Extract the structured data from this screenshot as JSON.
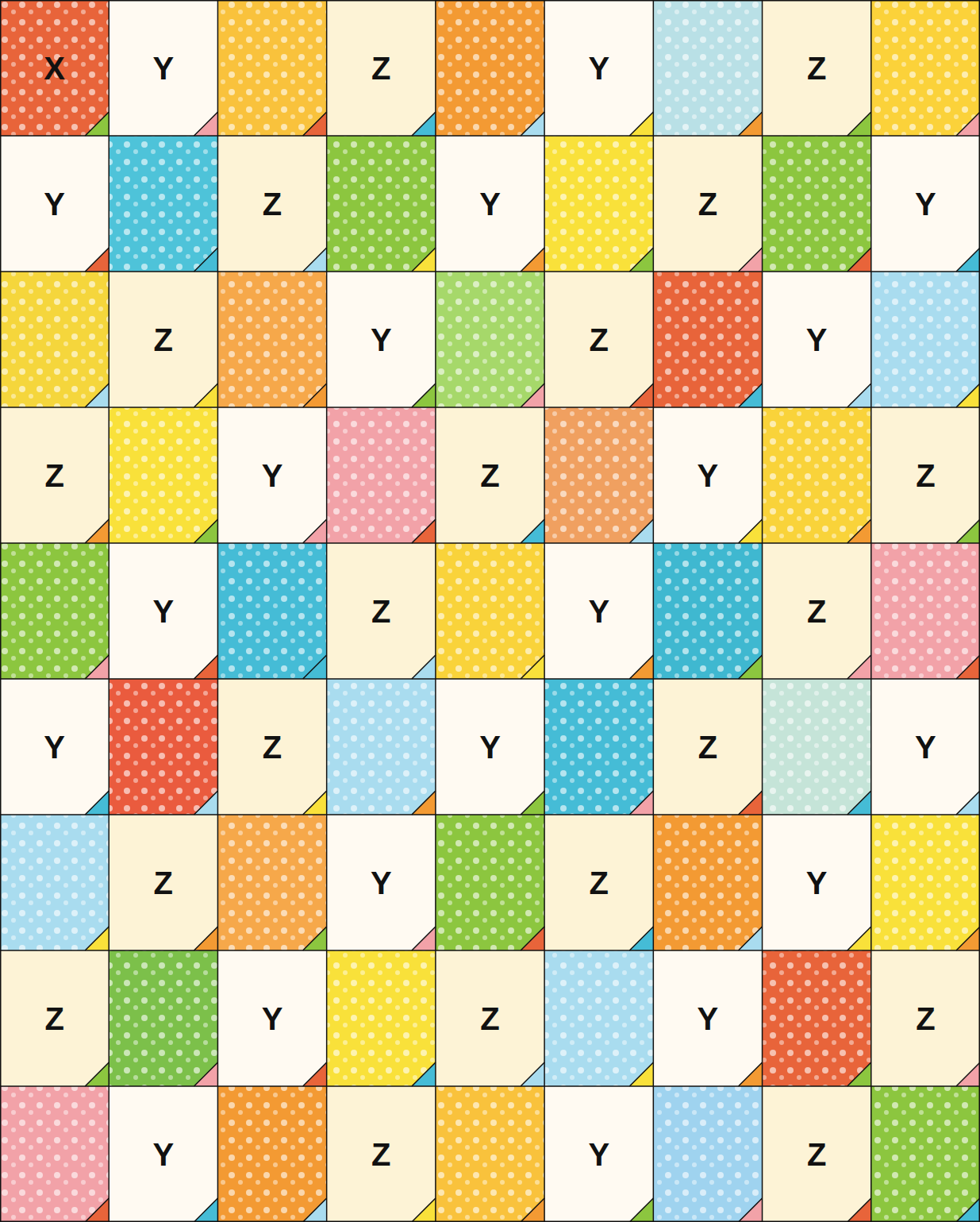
{
  "diagram": {
    "nodes": [
      {
        "text": [
          "X"
        ]
      },
      {
        "text": [
          "Y"
        ]
      },
      {
        "text": [
          "Z"
        ]
      },
      {
        "text": [
          "Y"
        ]
      },
      {
        "text": [
          "Z"
        ]
      },
      {
        "text": [
          "Y"
        ]
      },
      {
        "text": [
          "Z"
        ]
      },
      {
        "text": [
          "Y"
        ]
      },
      {
        "text": [
          "Z"
        ]
      },
      {
        "text": [
          "Y"
        ]
      },
      {
        "text": [
          "Z"
        ]
      },
      {
        "text": [
          "Y"
        ]
      },
      {
        "text": [
          "Z"
        ]
      },
      {
        "text": [
          "Y"
        ]
      },
      {
        "text": [
          "Z"
        ]
      },
      {
        "text": [
          "Y"
        ]
      },
      {
        "text": [
          "Z"
        ]
      },
      {
        "text": [
          "Y"
        ]
      },
      {
        "text": [
          "Z"
        ]
      },
      {
        "text": [
          "Y"
        ]
      },
      {
        "text": [
          "Z"
        ]
      },
      {
        "text": [
          "Y"
        ]
      },
      {
        "text": [
          "Z"
        ]
      },
      {
        "text": [
          "Y"
        ]
      },
      {
        "text": [
          "Z"
        ]
      },
      {
        "text": [
          "Y"
        ]
      },
      {
        "text": [
          "Z"
        ]
      },
      {
        "text": [
          "Y"
        ]
      },
      {
        "text": [
          "Z"
        ]
      },
      {
        "text": [
          "Y"
        ]
      },
      {
        "text": [
          "Z"
        ]
      },
      {
        "text": [
          "Y"
        ]
      },
      {
        "text": [
          "Z"
        ]
      },
      {
        "text": [
          "Y"
        ]
      },
      {
        "text": [
          "Z"
        ]
      },
      {
        "text": [
          "Y"
        ]
      },
      {
        "text": [
          "Z"
        ]
      },
      {
        "text": [
          "Y"
        ]
      },
      {
        "text": [
          "Z"
        ]
      },
      {
        "text": [
          "Y"
        ]
      },
      {
        "text": [
          "Z"
        ]
      }
    ]
  }
}
